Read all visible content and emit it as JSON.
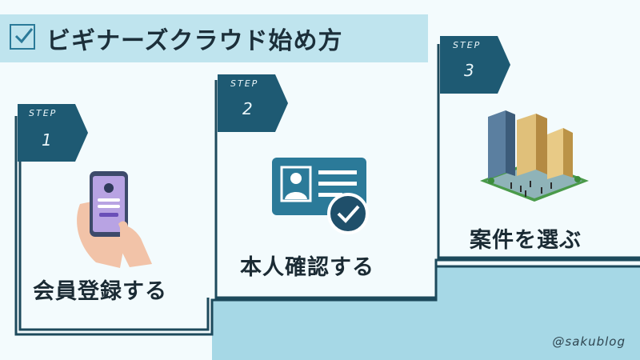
{
  "title": "ビギナーズクラウド始め方",
  "steps": [
    {
      "step_label": "STEP",
      "number": "1",
      "label": "会員登録する"
    },
    {
      "step_label": "STEP",
      "number": "2",
      "label": "本人確認する"
    },
    {
      "step_label": "STEP",
      "number": "3",
      "label": "案件を選ぶ"
    }
  ],
  "credit": "@sakublog",
  "colors": {
    "background": "#f3fbfd",
    "band": "#bfe4ee",
    "flag": "#1e5a73",
    "stair": "#1d4a5c",
    "floor": "#a6d8e6",
    "icon_blue": "#2b7a99"
  },
  "icons": [
    "checkbox-icon",
    "smartphone-hand-icon",
    "id-card-check-icon",
    "city-buildings-icon"
  ]
}
